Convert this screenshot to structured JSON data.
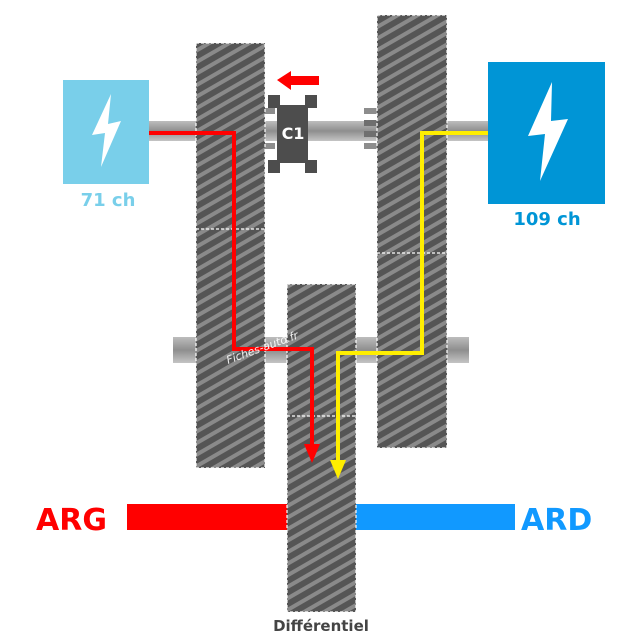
{
  "diagram": {
    "title": "Transmission hybride — schéma de flux",
    "motor_left": {
      "power": "71 ch",
      "icon": "lightning-bolt-icon",
      "color": "#79cfea"
    },
    "motor_right": {
      "power": "109 ch",
      "icon": "lightning-bolt-icon",
      "color": "#0095d6"
    },
    "clutch": {
      "label": "C1",
      "direction": "left"
    },
    "watermark": "Fiches-auto.fr",
    "output_left": {
      "label": "ARG",
      "color": "#ff0000"
    },
    "output_right": {
      "label": "ARD",
      "color": "#1199ff"
    },
    "differential": {
      "label": "Différentiel"
    },
    "flows": [
      {
        "name": "flux moteur 71 ch",
        "color": "#ff0000"
      },
      {
        "name": "flux moteur 109 ch",
        "color": "#ffee00"
      }
    ]
  }
}
